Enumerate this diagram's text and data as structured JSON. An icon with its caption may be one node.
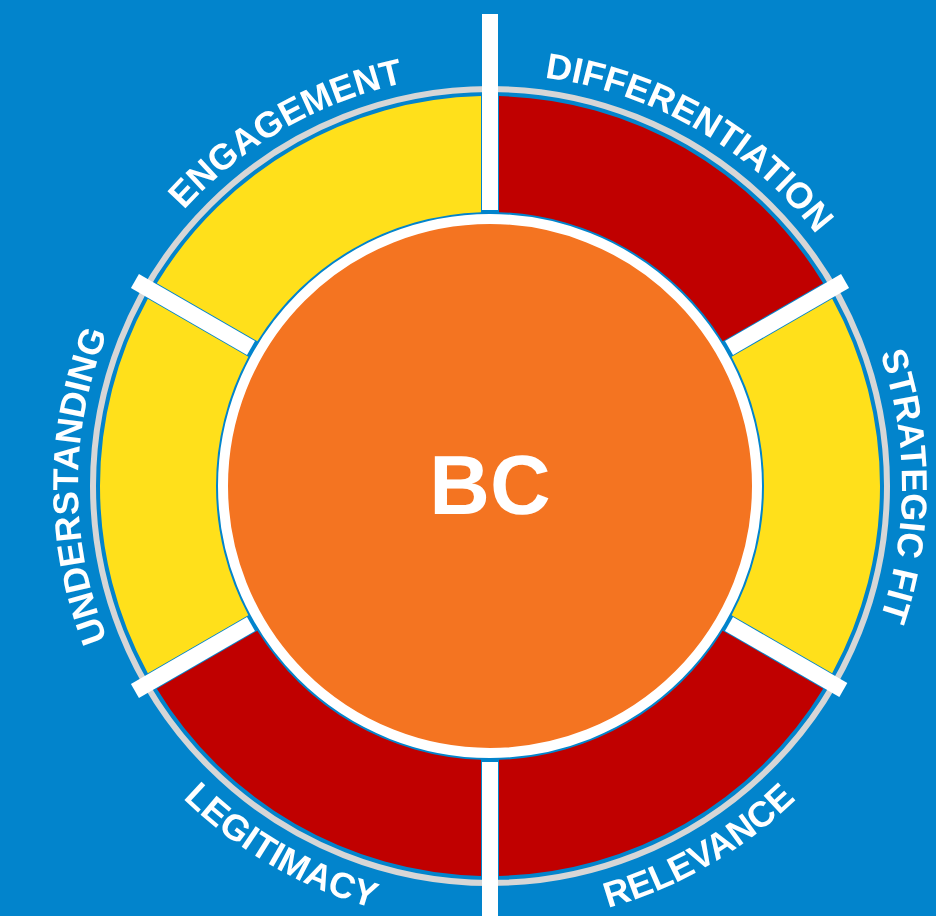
{
  "diagram": {
    "nodes": [
      {
        "text": [
          "BC"
        ]
      },
      {
        "text": [
          "DIFFERENTIATION"
        ]
      },
      {
        "text": [
          "STRATEGIC FIT"
        ]
      },
      {
        "text": [
          "RELEVANCE"
        ]
      },
      {
        "text": [
          "LEGITIMACY"
        ]
      },
      {
        "text": [
          "UNDERSTANDING"
        ]
      },
      {
        "text": [
          "ENGAGEMENT"
        ]
      }
    ]
  }
}
